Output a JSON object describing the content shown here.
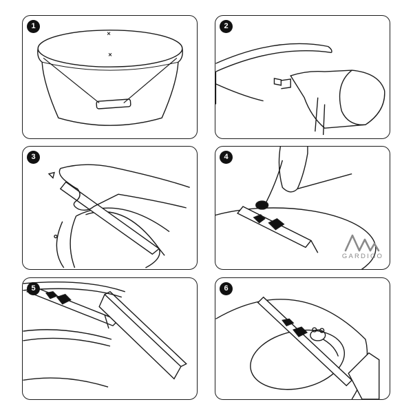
{
  "steps": [
    {
      "number": "1",
      "scene": "bucket-with-handle"
    },
    {
      "number": "2",
      "scene": "drill-hole-in-rim"
    },
    {
      "number": "3",
      "scene": "insert-rod-through-rim"
    },
    {
      "number": "4",
      "scene": "spoon-bait-onto-rod"
    },
    {
      "number": "5",
      "scene": "lean-ramp-board-against-bucket"
    },
    {
      "number": "6",
      "scene": "mouse-on-rod-over-bucket"
    }
  ],
  "brand": {
    "name": "GARDIGO",
    "color": "#8a8a8a"
  },
  "colors": {
    "stroke": "#1a1a1a",
    "badge": "#111111",
    "background": "#ffffff"
  }
}
